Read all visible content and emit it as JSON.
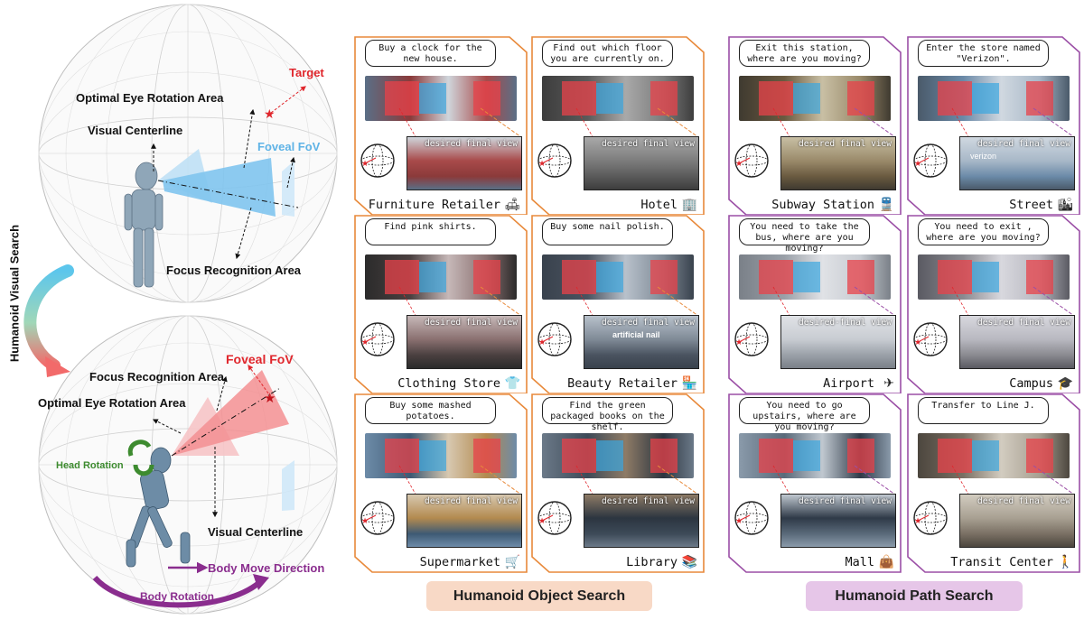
{
  "sidebar_label": "Humanoid Visual Search",
  "top_diagram": {
    "target": "Target",
    "optimal_eye": "Optimal Eye Rotation Area",
    "visual_centerline": "Visual Centerline",
    "foveal_fov": "Foveal FoV",
    "focus_recognition": "Focus Recognition Area"
  },
  "bottom_diagram": {
    "foveal_fov": "Foveal FoV",
    "focus_recognition": "Focus Recognition Area",
    "optimal_eye": "Optimal Eye Rotation Area",
    "head_rotation": "Head Rotation",
    "visual_centerline": "Visual Centerline",
    "body_move": "Body Move Direction",
    "body_rotation": "Body Rotation"
  },
  "view_label": "desired final view",
  "view_label_alt": "desired-final view",
  "object_cards": [
    {
      "prompt": "Buy a clock for the new house.",
      "name": "Furniture Retailer",
      "icon": "sofa-icon"
    },
    {
      "prompt": "Find out which floor you are currently on.",
      "name": "Hotel",
      "icon": "building-icon"
    },
    {
      "prompt": "Find pink shirts.",
      "name": "Clothing Store",
      "icon": "shirt-icon"
    },
    {
      "prompt": "Buy some nail polish.",
      "name": "Beauty Retailer",
      "icon": "store-icon"
    },
    {
      "prompt": "Buy some mashed potatoes.",
      "name": "Supermarket",
      "icon": "cart-icon"
    },
    {
      "prompt": "Find the green packaged books on the shelf.",
      "name": "Library",
      "icon": "books-icon"
    }
  ],
  "path_cards": [
    {
      "prompt": "Exit this station, where are you moving?",
      "name": "Subway Station",
      "icon": "train-icon"
    },
    {
      "prompt": "Enter the store named \"Verizon\".",
      "name": "Street",
      "icon": "city-icon"
    },
    {
      "prompt": "You need to take the bus, where are you moving?",
      "name": "Airport",
      "icon": "plane-icon"
    },
    {
      "prompt": "You need to exit , where are you moving?",
      "name": "Campus",
      "icon": "graduation-icon"
    },
    {
      "prompt": "You need to go upstairs, where are you moving?",
      "name": "Mall",
      "icon": "bag-icon"
    },
    {
      "prompt": "Transfer to Line J.",
      "name": "Transit Center",
      "icon": "walker-icon"
    }
  ],
  "beauty_sign": "artificial nail",
  "street_sign": "verizon",
  "banners": {
    "object": "Humanoid Object Search",
    "path": "Humanoid Path Search"
  },
  "colors": {
    "object_border": "#e8893a",
    "path_border": "#9b4fa6",
    "object_banner": "#f8d9c6",
    "path_banner": "#e6c6e8",
    "red_box": "#e8424a",
    "blue_box": "#3aa7e0",
    "target_red": "#e0262c",
    "foveal_blue": "#5fb3e6",
    "head_green": "#3d8b2f",
    "body_purple": "#8a2d8e"
  }
}
